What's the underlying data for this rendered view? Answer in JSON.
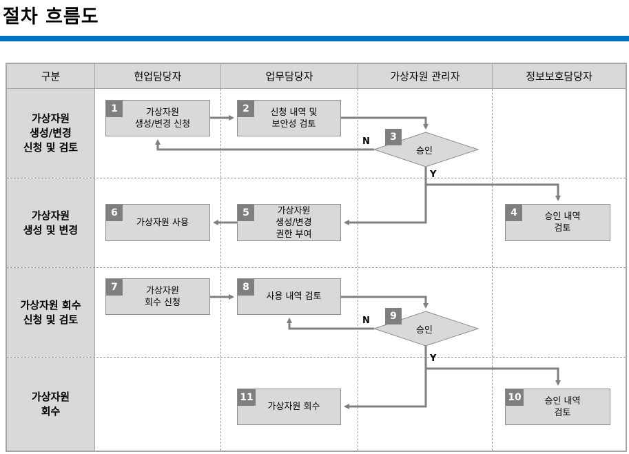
{
  "title": "절차 흐름도",
  "colors": {
    "accent_bar": "#0070c0",
    "header_bg": "#d9d9d9",
    "box_bg": "#d9d9d9",
    "badge_bg": "#7f7f7f",
    "arrow": "#7f7f7f"
  },
  "columns": [
    "구분",
    "현업담당자",
    "업무담당자",
    "가상자원 관리자",
    "정보보호담당자"
  ],
  "rows": [
    "가상자원\n생성/변경\n신청 및 검토",
    "가상자원\n생성 및 변경",
    "가상자원 회수\n신청 및 검토",
    "가상자원\n회수"
  ],
  "steps": [
    {
      "num": "1",
      "label": "가상자원\n생성/변경 신청"
    },
    {
      "num": "2",
      "label": "신청 내역 및\n보안성 검토"
    },
    {
      "num": "3",
      "label": "승인"
    },
    {
      "num": "4",
      "label": "승인 내역\n검토"
    },
    {
      "num": "5",
      "label": "가상자원\n생성/변경\n권한 부여"
    },
    {
      "num": "6",
      "label": "가상자원 사용"
    },
    {
      "num": "7",
      "label": "가상자원\n회수 신청"
    },
    {
      "num": "8",
      "label": "사용 내역 검토"
    },
    {
      "num": "9",
      "label": "승인"
    },
    {
      "num": "10",
      "label": "승인 내역\n검토"
    },
    {
      "num": "11",
      "label": "가상자원 회수"
    }
  ],
  "decision_labels": {
    "no": "N",
    "yes": "Y"
  }
}
